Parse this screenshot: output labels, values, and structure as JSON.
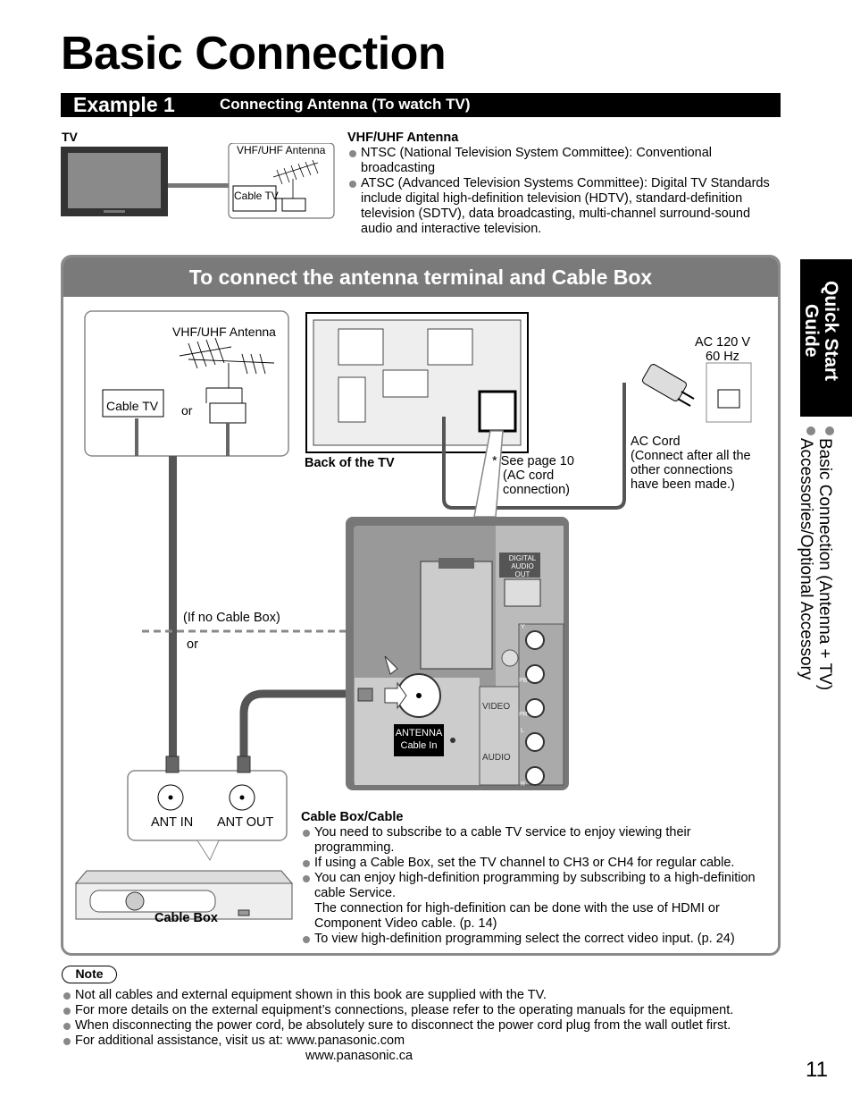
{
  "title": "Basic Connection",
  "example": {
    "number": "Example 1",
    "subtitle": "Connecting Antenna (To watch TV)"
  },
  "top_diagram": {
    "tv_label": "TV",
    "antenna_label": "VHF/UHF Antenna",
    "cable_label": "Cable TV"
  },
  "vhf_info": {
    "heading": "VHF/UHF Antenna",
    "items": [
      "NTSC (National Television System Committee): Conventional broadcasting",
      "ATSC (Advanced Television Systems Committee): Digital TV Standards include digital high-definition television (HDTV), standard-definition television (SDTV), data broadcasting, multi-channel surround-sound audio and interactive television."
    ]
  },
  "side_tab": {
    "title_line1": "Quick Start",
    "title_line2": "Guide",
    "item1": "Basic Connection (Antenna + TV)",
    "item2": "Accessories/Optional Accessory"
  },
  "panel": {
    "heading": "To connect the antenna terminal and Cable Box",
    "antenna_label": "VHF/UHF Antenna",
    "cable_tv_label": "Cable TV",
    "or_label": "or",
    "back_of_tv": "Back of the TV",
    "see_page_line1": "* See page 10",
    "see_page_line2": "(AC cord",
    "see_page_line3": "connection)",
    "ac_line1": "AC 120 V",
    "ac_line2": "60 Hz",
    "ac_cord_line1": "AC Cord",
    "ac_cord_line2": "(Connect after all the",
    "ac_cord_line3": "other connections",
    "ac_cord_line4": "have been made.)",
    "if_no_cable_box": "(If no Cable Box)",
    "or_label2": "or",
    "digital_audio_line1": "DIGITAL",
    "digital_audio_line2": "AUDIO",
    "digital_audio_line3": "OUT",
    "antenna_terminal_line1": "ANTENNA",
    "antenna_terminal_line2": "Cable  In",
    "video_label": "VIDEO",
    "audio_label": "AUDIO",
    "y_label": "Y",
    "pb_label": "PB",
    "pr_label": "PR",
    "l_label": "L",
    "r_label": "R",
    "ant_in": "ANT IN",
    "ant_out": "ANT OUT",
    "cable_box_label": "Cable Box"
  },
  "cable_box_info": {
    "heading": "Cable Box/Cable",
    "items": [
      "You need to subscribe to a cable TV service to enjoy viewing their programming.",
      "If using a Cable Box, set the TV channel to CH3 or CH4 for regular cable.",
      "You can enjoy high-definition programming by subscribing to a high-definition cable Service.",
      "To view high-definition programming select the correct video input. (p. 24)"
    ],
    "item3_line2": "The connection for high-definition can be done with the use of HDMI or Component Video cable. (p. 14)"
  },
  "note": {
    "label": "Note",
    "items": [
      "Not all cables and external equipment shown in this book are supplied with the TV.",
      "For more details on the external equipment’s connections, please refer to the operating manuals for the equipment.",
      "When disconnecting the power cord, be absolutely sure to disconnect the power cord plug from the wall outlet first.",
      "For additional assistance, visit us at:  www.panasonic.com"
    ],
    "url2": "www.panasonic.ca"
  },
  "page_number": "11"
}
